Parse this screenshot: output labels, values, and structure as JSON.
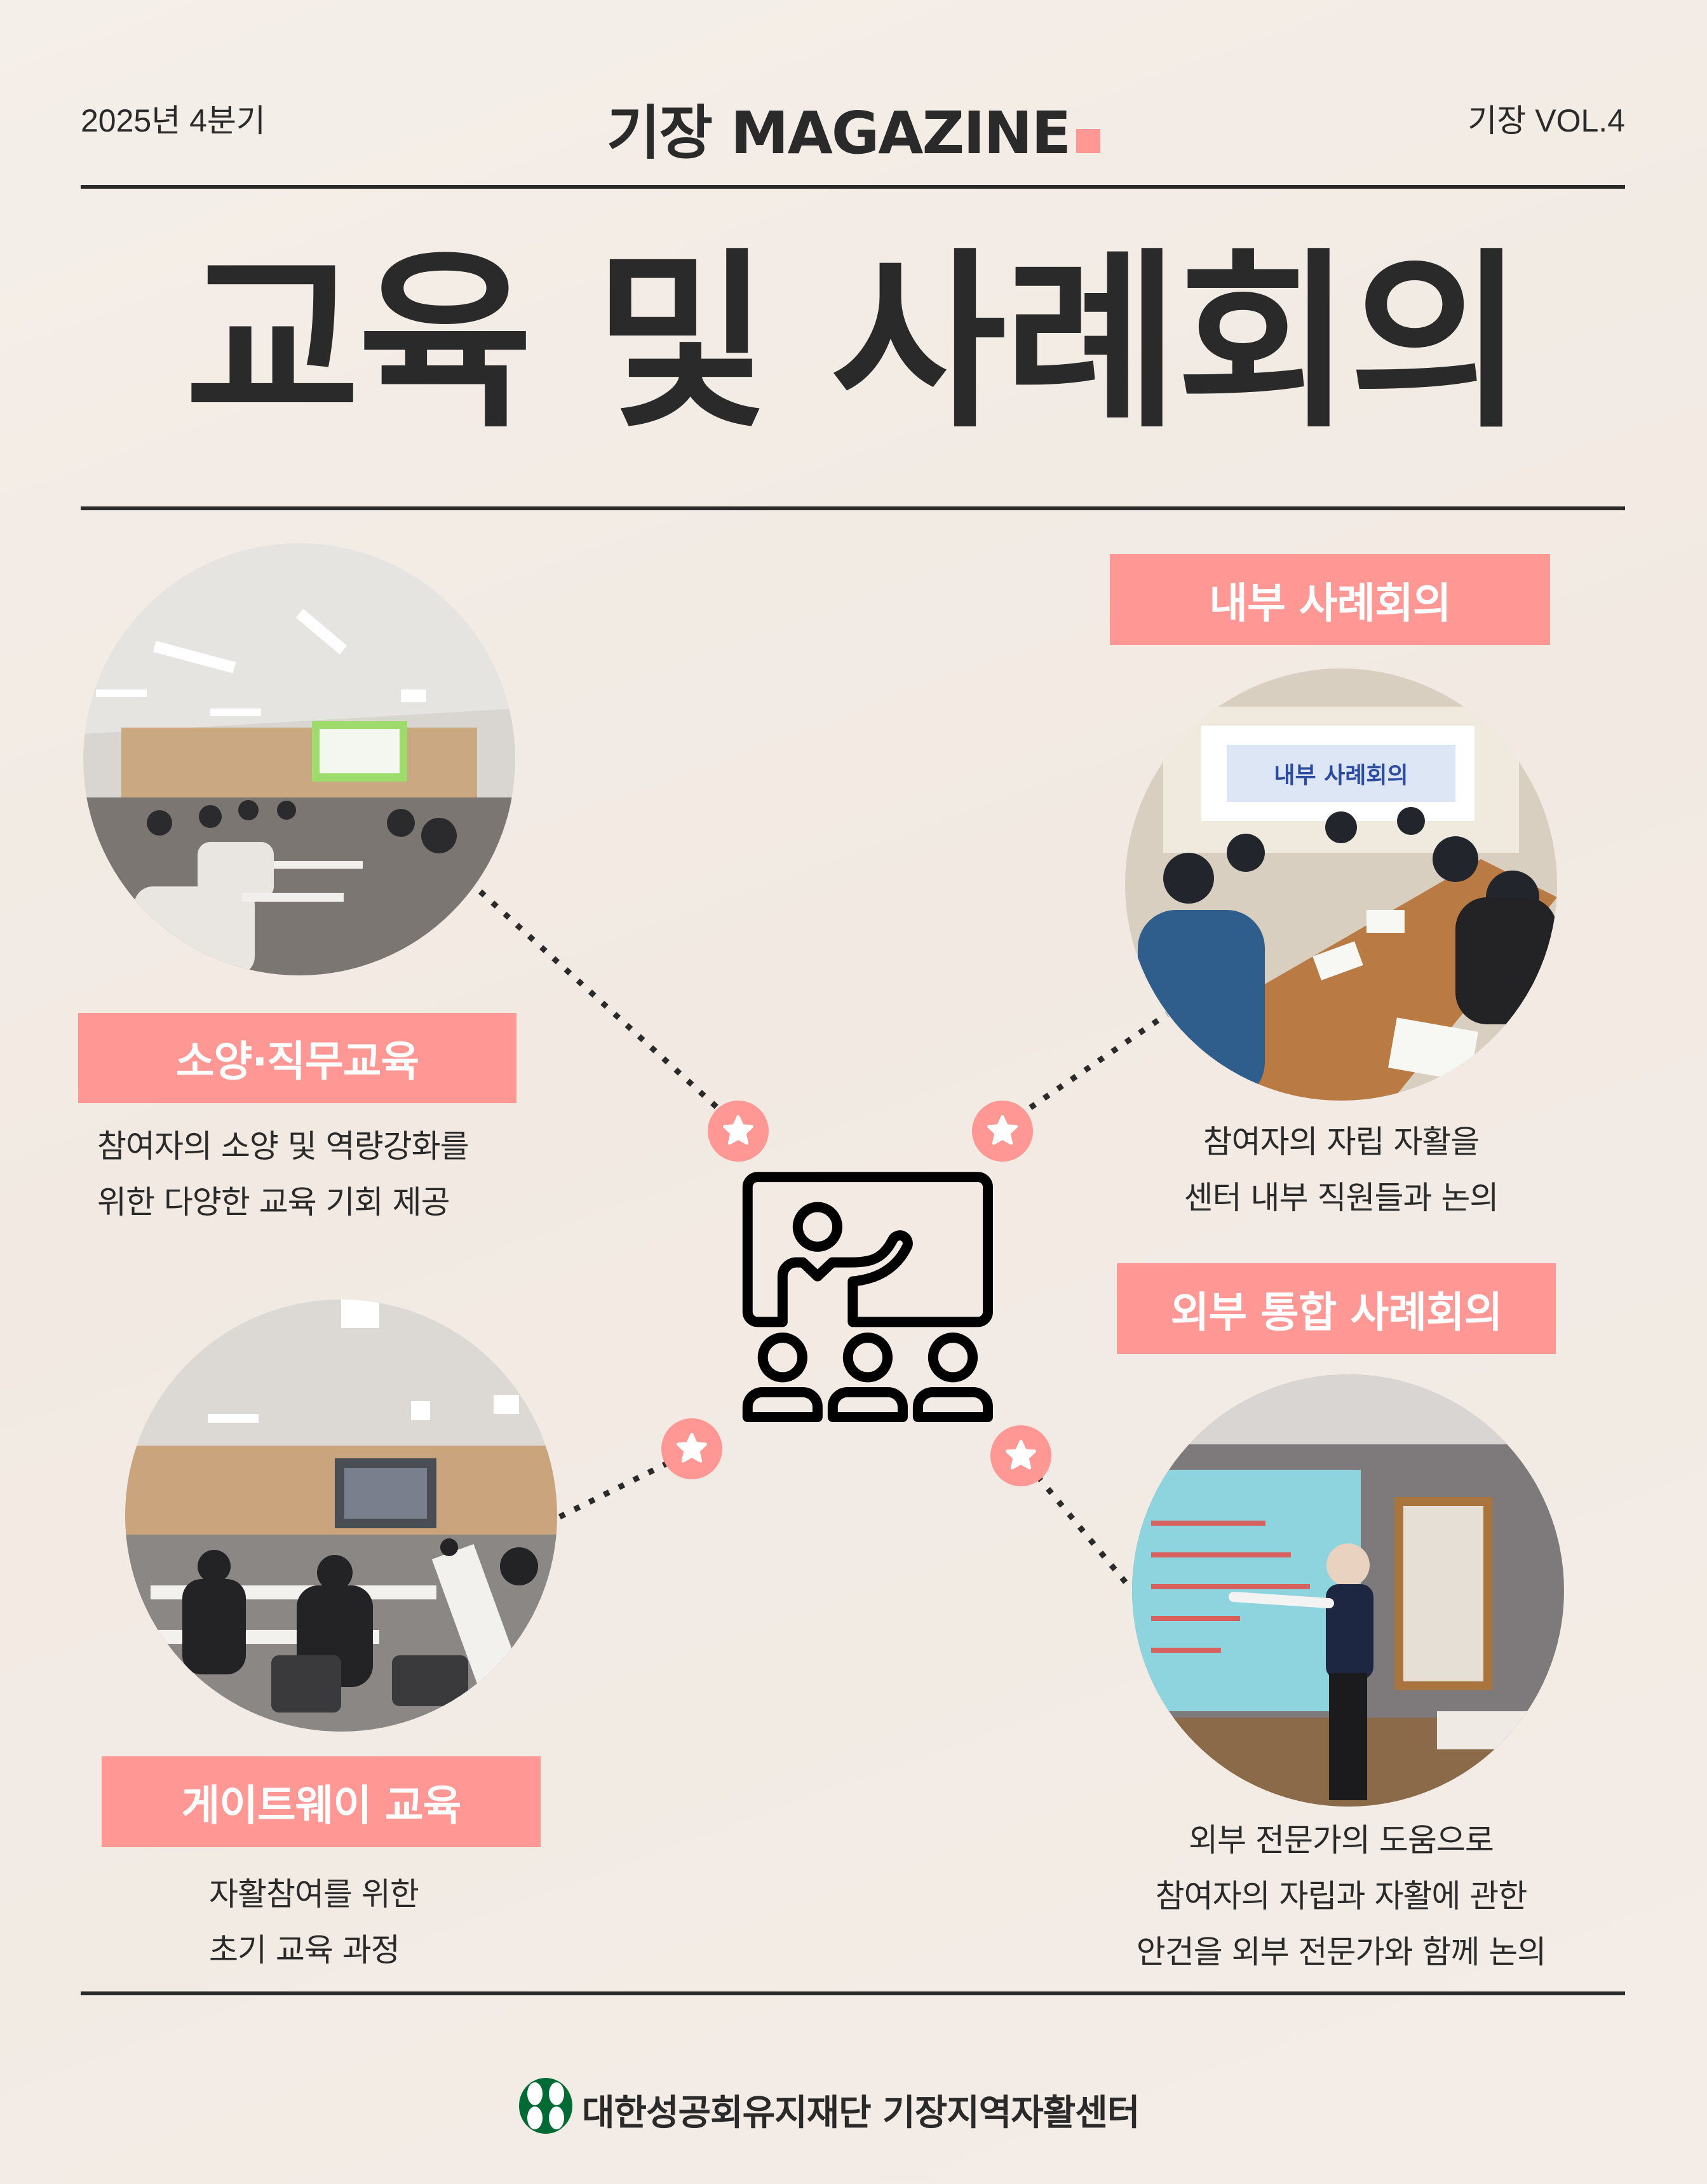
{
  "header": {
    "issue": "2025년 4분기",
    "magazine_title": "기장 MAGAZINE",
    "volume": "기장 VOL.4"
  },
  "page_title": "교육 및 사례회의",
  "sections": {
    "job_training": {
      "label": "소양·직무교육",
      "description": [
        "참여자의 소양 및 역량강화를",
        "위한 다양한 교육 기회 제공"
      ]
    },
    "internal_case": {
      "label": "내부 사례회의",
      "photo_banner": "내부 사례회의",
      "description": [
        "참여자의 자립 자활을",
        "센터 내부 직원들과 논의"
      ]
    },
    "gateway": {
      "label": "게이트웨이 교육",
      "description": [
        "자활참여를 위한",
        "초기 교육 과정"
      ]
    },
    "external_case": {
      "label": "외부 통합 사례회의",
      "description": [
        "외부 전문가의 도움으로",
        "참여자의 자립과 자활에 관한",
        "안건을 외부 전문가와 함께 논의"
      ]
    }
  },
  "footer": {
    "organization": "대한성공회유지재단 기장지역자활센터"
  },
  "colors": {
    "accent": "#ff9794",
    "text": "#2a2a2a",
    "background": "#f3ece6",
    "logo_green": "#006a35"
  }
}
